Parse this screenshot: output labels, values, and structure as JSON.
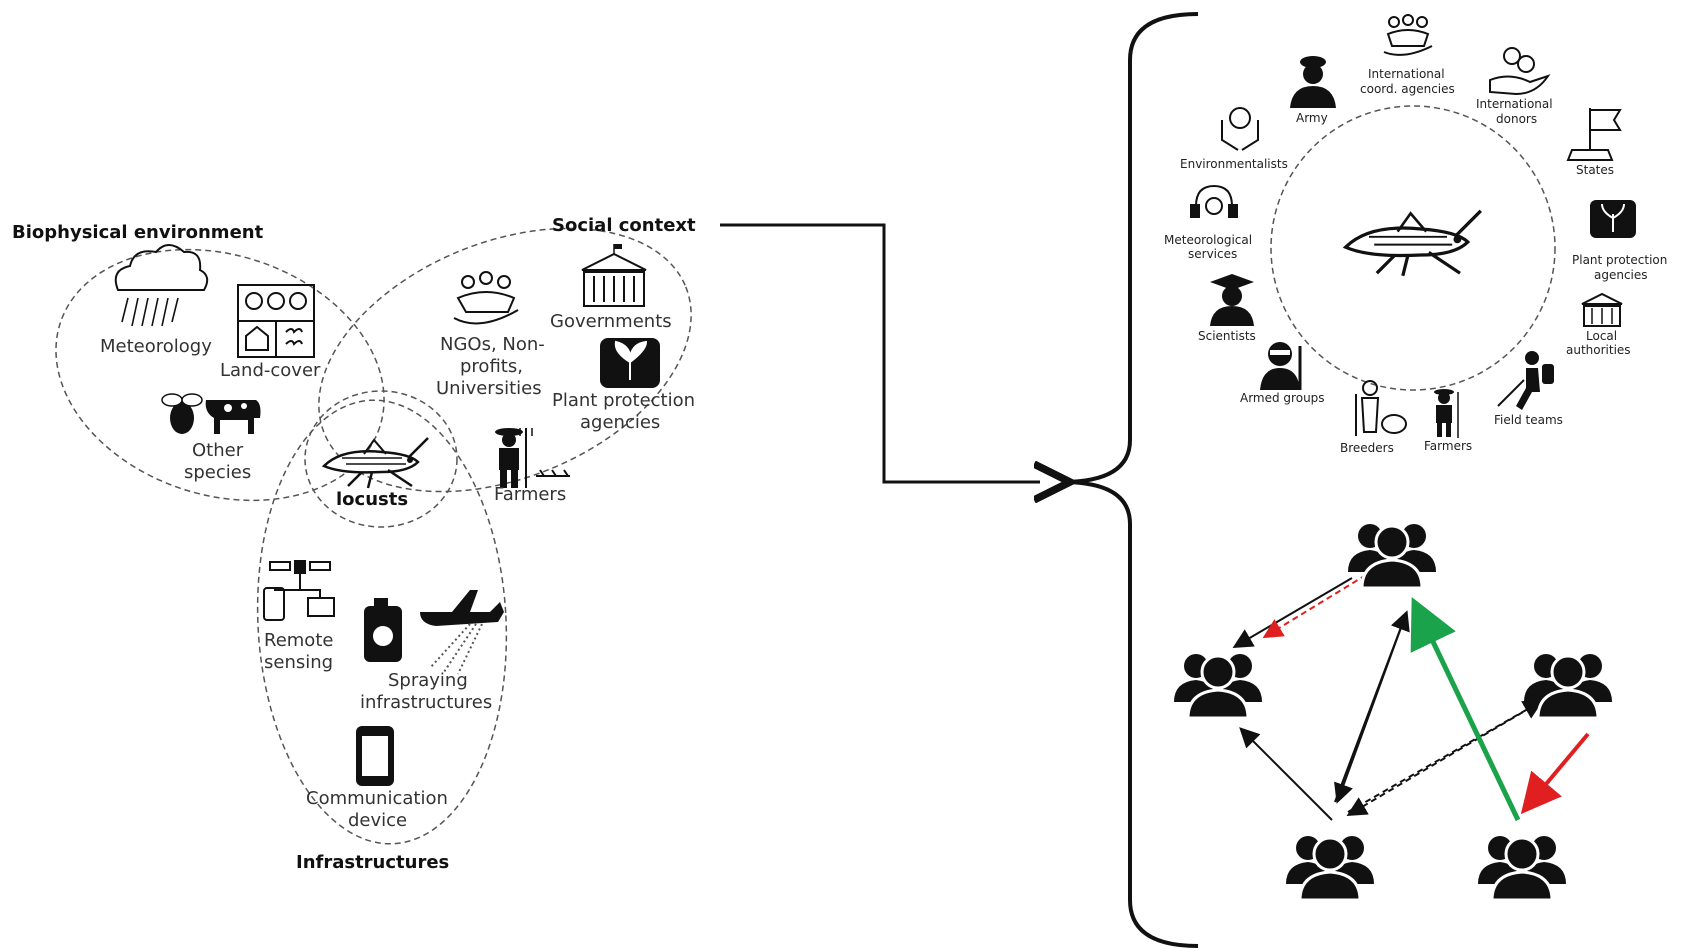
{
  "left": {
    "sets": {
      "biophysical": "Biophysical environment",
      "social": "Social context",
      "infrastructures": "Infrastructures"
    },
    "items": {
      "meteorology": "Meteorology",
      "land_cover": "Land-cover",
      "other_species_1": "Other",
      "other_species_2": "species",
      "locusts": "locusts",
      "ngos_1": "NGOs, Non-",
      "ngos_2": "profits,",
      "ngos_3": "Universities",
      "governments": "Governments",
      "plant_protection_1": "Plant protection",
      "plant_protection_2": "agencies",
      "farmers": "Farmers",
      "remote_sensing_1": "Remote",
      "remote_sensing_2": "sensing",
      "spraying_1": "Spraying",
      "spraying_2": "infrastructures",
      "communication_1": "Communication",
      "communication_2": "device"
    }
  },
  "actors": {
    "intl_coord_1": "International",
    "intl_coord_2": "coord. agencies",
    "army": "Army",
    "intl_donors_1": "International",
    "intl_donors_2": "donors",
    "environmentalists": "Environmentalists",
    "states": "States",
    "met_services_1": "Meteorological",
    "met_services_2": "services",
    "plant_protection_1": "Plant protection",
    "plant_protection_2": "agencies",
    "local_auth_1": "Local",
    "local_auth_2": "authorities",
    "scientists": "Scientists",
    "armed_groups": "Armed groups",
    "field_teams": "Field teams",
    "breeders": "Breeders",
    "farmers": "Farmers"
  },
  "network": {
    "edge_colors": {
      "neutral": "#111111",
      "positive": "#1aa34a",
      "negative": "#e02020"
    }
  },
  "icons": [
    "cloud-rain-icon",
    "land-cover-icon",
    "bee-icon",
    "cow-icon",
    "locust-icon",
    "people-hands-icon",
    "government-building-icon",
    "plant-protection-icon",
    "farmer-icon",
    "satellite-icon",
    "sprayer-can-icon",
    "airplane-icon",
    "phone-icon",
    "group-icon"
  ]
}
